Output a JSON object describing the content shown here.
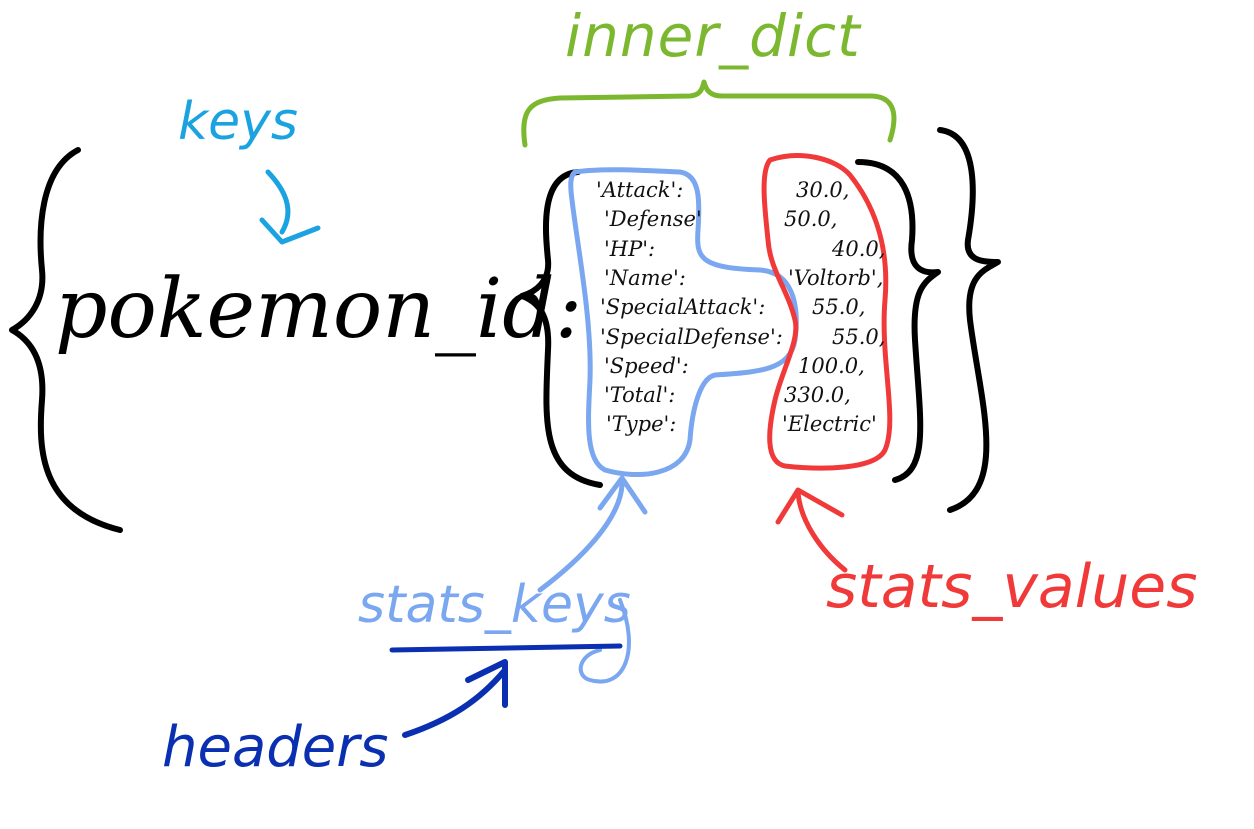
{
  "annotations": {
    "inner_dict": {
      "label": "inner_dict",
      "color": "#7cb82f"
    },
    "keys": {
      "label": "keys",
      "color": "#1aa3e0"
    },
    "stats_keys": {
      "label": "stats_keys",
      "color": "#7aa7f0"
    },
    "stats_values": {
      "label": "stats_values",
      "color": "#f03a3a"
    },
    "headers": {
      "label": "headers",
      "color": "#0a2fb0"
    }
  },
  "main": {
    "key_text": "pokemon_id:",
    "color": "#000000"
  },
  "rows": [
    {
      "key": "'Attack':",
      "value": "30.0,"
    },
    {
      "key": "'Defense'",
      "value": "50.0,"
    },
    {
      "key": "'HP':",
      "value": "40.0,"
    },
    {
      "key": "'Name':",
      "value": "'Voltorb',"
    },
    {
      "key": "'SpecialAttack':",
      "value": "55.0,"
    },
    {
      "key": "'SpecialDefense':",
      "value": "55.0,"
    },
    {
      "key": "'Speed':",
      "value": "100.0,"
    },
    {
      "key": "'Total':",
      "value": "330.0,"
    },
    {
      "key": "'Type':",
      "value": "'Electric'"
    }
  ]
}
